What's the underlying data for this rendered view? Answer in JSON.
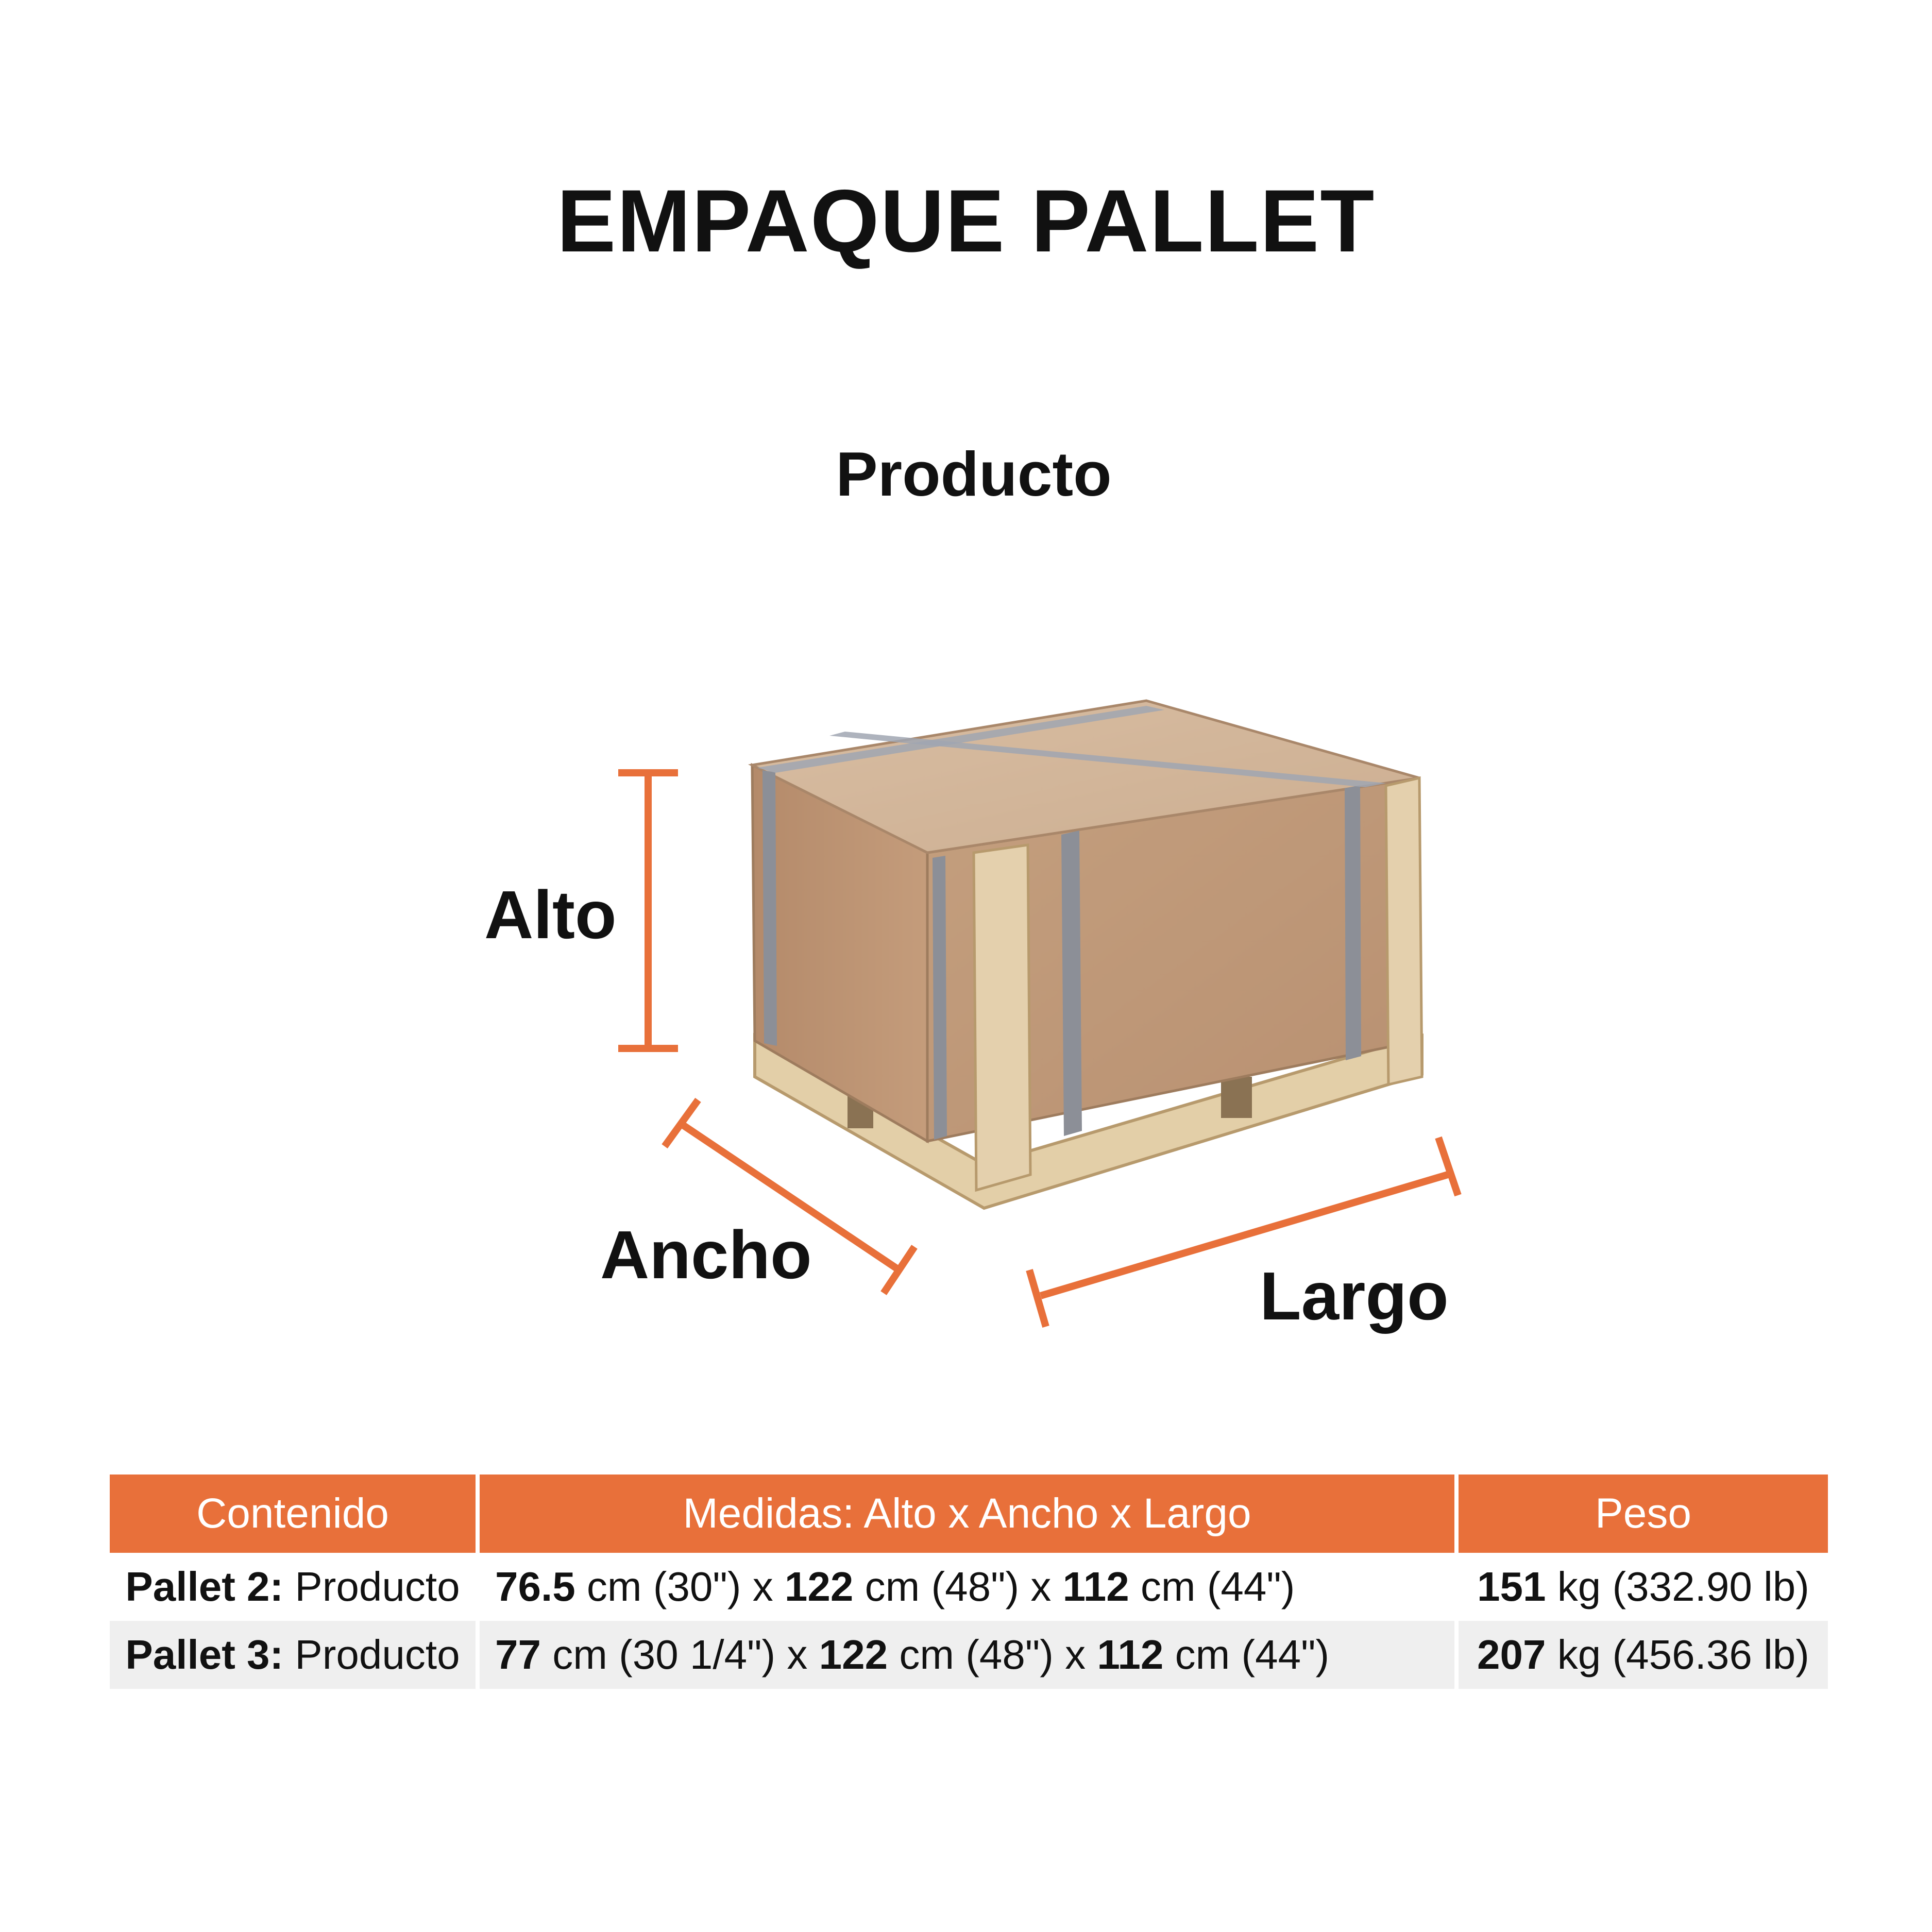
{
  "page": {
    "title": "EMPAQUE PALLET",
    "subtitle": "Producto"
  },
  "dimensions": {
    "height_label": "Alto",
    "width_label": "Ancho",
    "length_label": "Largo"
  },
  "colors": {
    "accent": "#e8703a",
    "text": "#111111",
    "row_alt": "#efefef"
  },
  "table": {
    "headers": [
      "Contenido",
      "Medidas: Alto x Ancho x Largo",
      "Peso"
    ],
    "rows": [
      {
        "content_bold": "Pallet 2:",
        "content_text": " Producto",
        "h_val": "76.5",
        "h_rest": " cm (30\") x ",
        "w_val": "122",
        "w_rest": " cm (48\") x ",
        "l_val": "112",
        "l_rest": " cm (44\")",
        "weight_val": "151",
        "weight_rest": " kg (332.90 lb)"
      },
      {
        "content_bold": "Pallet 3:",
        "content_text": " Producto",
        "h_val": "77",
        "h_rest": " cm (30 1/4\") x ",
        "w_val": "122",
        "w_rest": " cm (48\") x ",
        "l_val": "112",
        "l_rest": " cm (44\")",
        "weight_val": "207",
        "weight_rest": " kg (456.36 lb)"
      }
    ]
  }
}
